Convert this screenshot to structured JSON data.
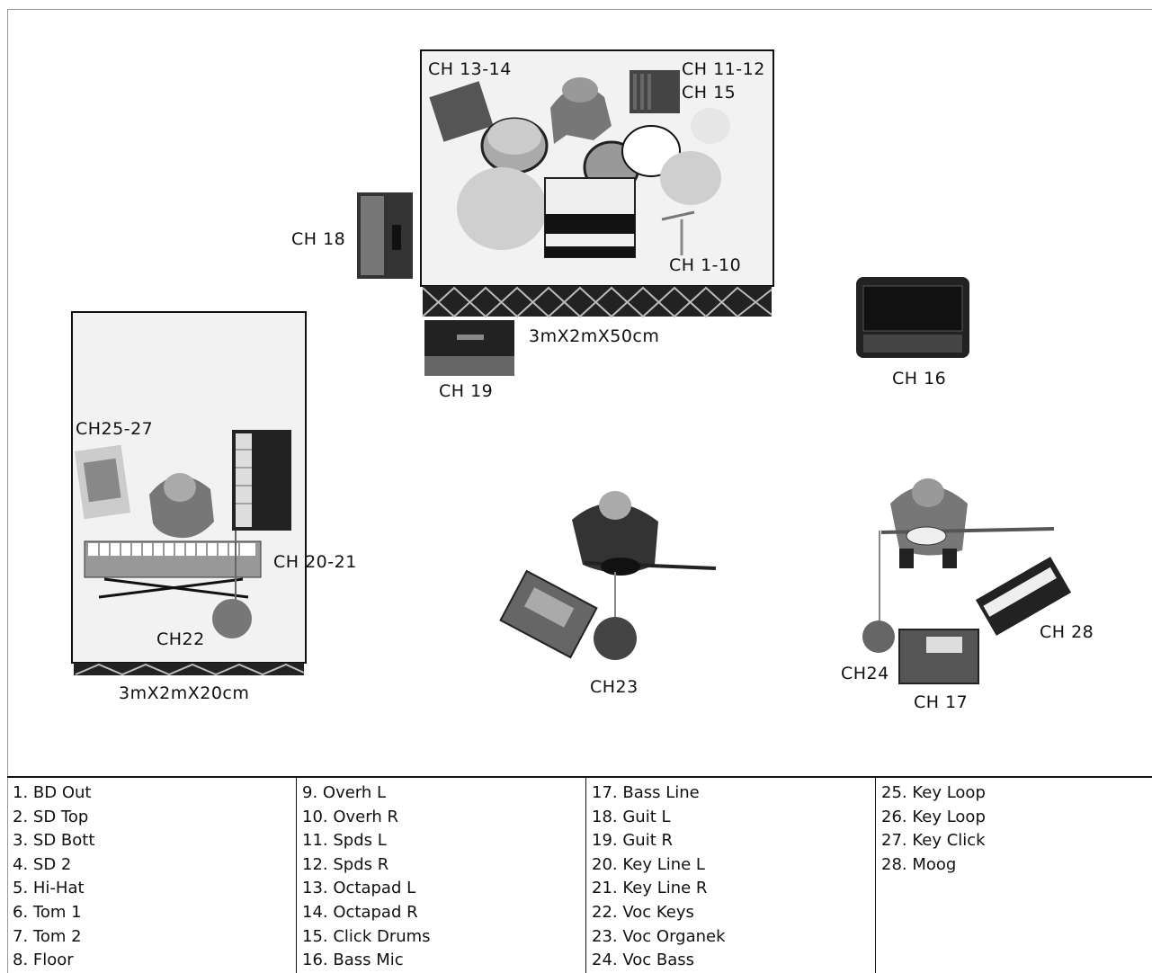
{
  "stage_labels": {
    "ch_13_14": "CH 13-14",
    "ch_11_12": "CH 11-12",
    "ch_15": "CH 15",
    "ch_1_10": "CH 1-10",
    "ch_18": "CH 18",
    "riser_drums": "3mX2mX50cm",
    "ch_19": "CH 19",
    "ch_16": "CH 16",
    "ch_25_27": "CH25-27",
    "ch_20_21": "CH 20-21",
    "ch_22": "CH22",
    "riser_keys": "3mX2mX20cm",
    "ch_23": "CH23",
    "ch_24": "CH24",
    "ch_17": "CH 17",
    "ch_28": "CH 28"
  },
  "channel_list": [
    [
      "1. BD Out",
      "2. SD Top",
      "3. SD Bott",
      "4. SD 2",
      "5. Hi-Hat",
      "6. Tom 1",
      "7. Tom 2",
      "8. Floor"
    ],
    [
      "9. Overh L",
      "10. Overh R",
      "11. Spds L",
      "12. Spds R",
      "13. Octapad L",
      "14. Octapad R",
      "15. Click Drums",
      "16. Bass Mic"
    ],
    [
      "17. Bass Line",
      "18. Guit L",
      "19. Guit R",
      "20. Key Line L",
      "21. Key Line R",
      "22. Voc Keys",
      "23. Voc Organek",
      "24. Voc Bass"
    ],
    [
      "25. Key Loop",
      "26. Key Loop",
      "27. Key Click",
      "28. Moog"
    ]
  ]
}
